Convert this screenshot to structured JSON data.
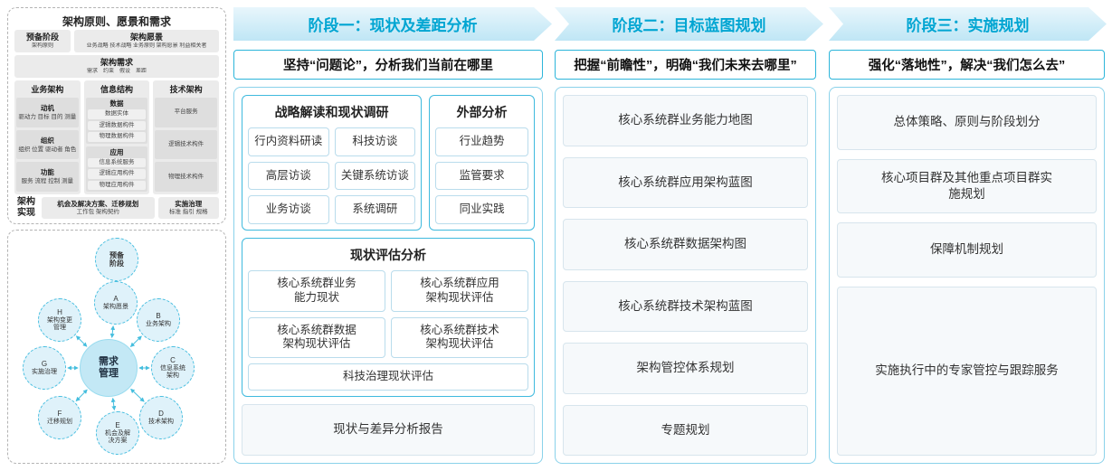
{
  "colors": {
    "accent_cyan": "#00a5d2",
    "border_cyan": "#2cb5da",
    "light_cyan_fill": "#dff2fa",
    "panel_gray": "#ebebeb"
  },
  "left": {
    "title": "架构原则、愿景和需求",
    "prep": {
      "title": "预备阶段",
      "sub": "架构原则"
    },
    "vision": {
      "title": "架构愿景",
      "sub": "业务战略 技术战略 业务原则 架构愿景 利益相关者"
    },
    "req": {
      "title": "架构需求",
      "sub": "需求　约束　假设　差距"
    },
    "biz": {
      "title": "业务架构",
      "groups": [
        {
          "t": "动机",
          "d": "驱动力 目标 目的 测量"
        },
        {
          "t": "组织",
          "d": "组织 位置 驱动者 角色"
        },
        {
          "t": "功能",
          "d": "服务 流程 控制 测量"
        }
      ]
    },
    "info": {
      "title": "信息结构",
      "data": {
        "t": "数据",
        "items": [
          "数据实体",
          "逻辑数据构件",
          "物理数据构件"
        ]
      },
      "app": {
        "t": "应用",
        "items": [
          "信息系统服务",
          "逻辑应用构件",
          "物理应用构件"
        ]
      }
    },
    "tech": {
      "title": "技术架构",
      "items": [
        "平台服务",
        "逻辑技术构件",
        "物理技术构件"
      ]
    },
    "impl": {
      "title": "架构实现",
      "box1": {
        "t": "机会及解决方案、迁移规划",
        "d": "工作包 架构契约"
      },
      "box2": {
        "t": "实施治理",
        "d": "标准 指引 规格"
      }
    }
  },
  "adm": {
    "center": "需求管理",
    "prep": "预备阶段",
    "nodes": [
      {
        "id": "A",
        "label": "架构愿景"
      },
      {
        "id": "B",
        "label": "业务架构"
      },
      {
        "id": "C",
        "label": "信息系统架构"
      },
      {
        "id": "D",
        "label": "技术架构"
      },
      {
        "id": "E",
        "label": "机会及解决方案"
      },
      {
        "id": "F",
        "label": "迁移规划"
      },
      {
        "id": "G",
        "label": "实施治理"
      },
      {
        "id": "H",
        "label": "架构变更管理"
      }
    ]
  },
  "phase1": {
    "header": "阶段一：现状及差距分析",
    "subtitle": "坚持“问题论”，分析我们当前在哪里",
    "research": {
      "title": "战略解读和现状调研",
      "items": [
        "行内资料研读",
        "科技访谈",
        "高层访谈",
        "关键系统访谈",
        "业务访谈",
        "系统调研"
      ]
    },
    "external": {
      "title": "外部分析",
      "items": [
        "行业趋势",
        "监管要求",
        "同业实践"
      ]
    },
    "assessment": {
      "title": "现状评估分析",
      "items": [
        "核心系统群业务能力现状",
        "核心系统群应用架构现状评估",
        "核心系统群数据架构现状评估",
        "核心系统群技术架构现状评估",
        "科技治理现状评估"
      ]
    },
    "report": "现状与差异分析报告"
  },
  "phase2": {
    "header": "阶段二：目标蓝图规划",
    "subtitle": "把握“前瞻性”，明确“我们未来去哪里”",
    "items": [
      "核心系统群业务能力地图",
      "核心系统群应用架构蓝图",
      "核心系统群数据架构图",
      "核心系统群技术架构蓝图",
      "架构管控体系规划",
      "专题规划"
    ]
  },
  "phase3": {
    "header": "阶段三：实施规划",
    "subtitle": "强化“落地性”，解决“我们怎么去”",
    "items": [
      "总体策略、原则与阶段划分",
      "核心项目群及其他重点项目群实施规划",
      "保障机制规划",
      "实施执行中的专家管控与跟踪服务"
    ]
  }
}
